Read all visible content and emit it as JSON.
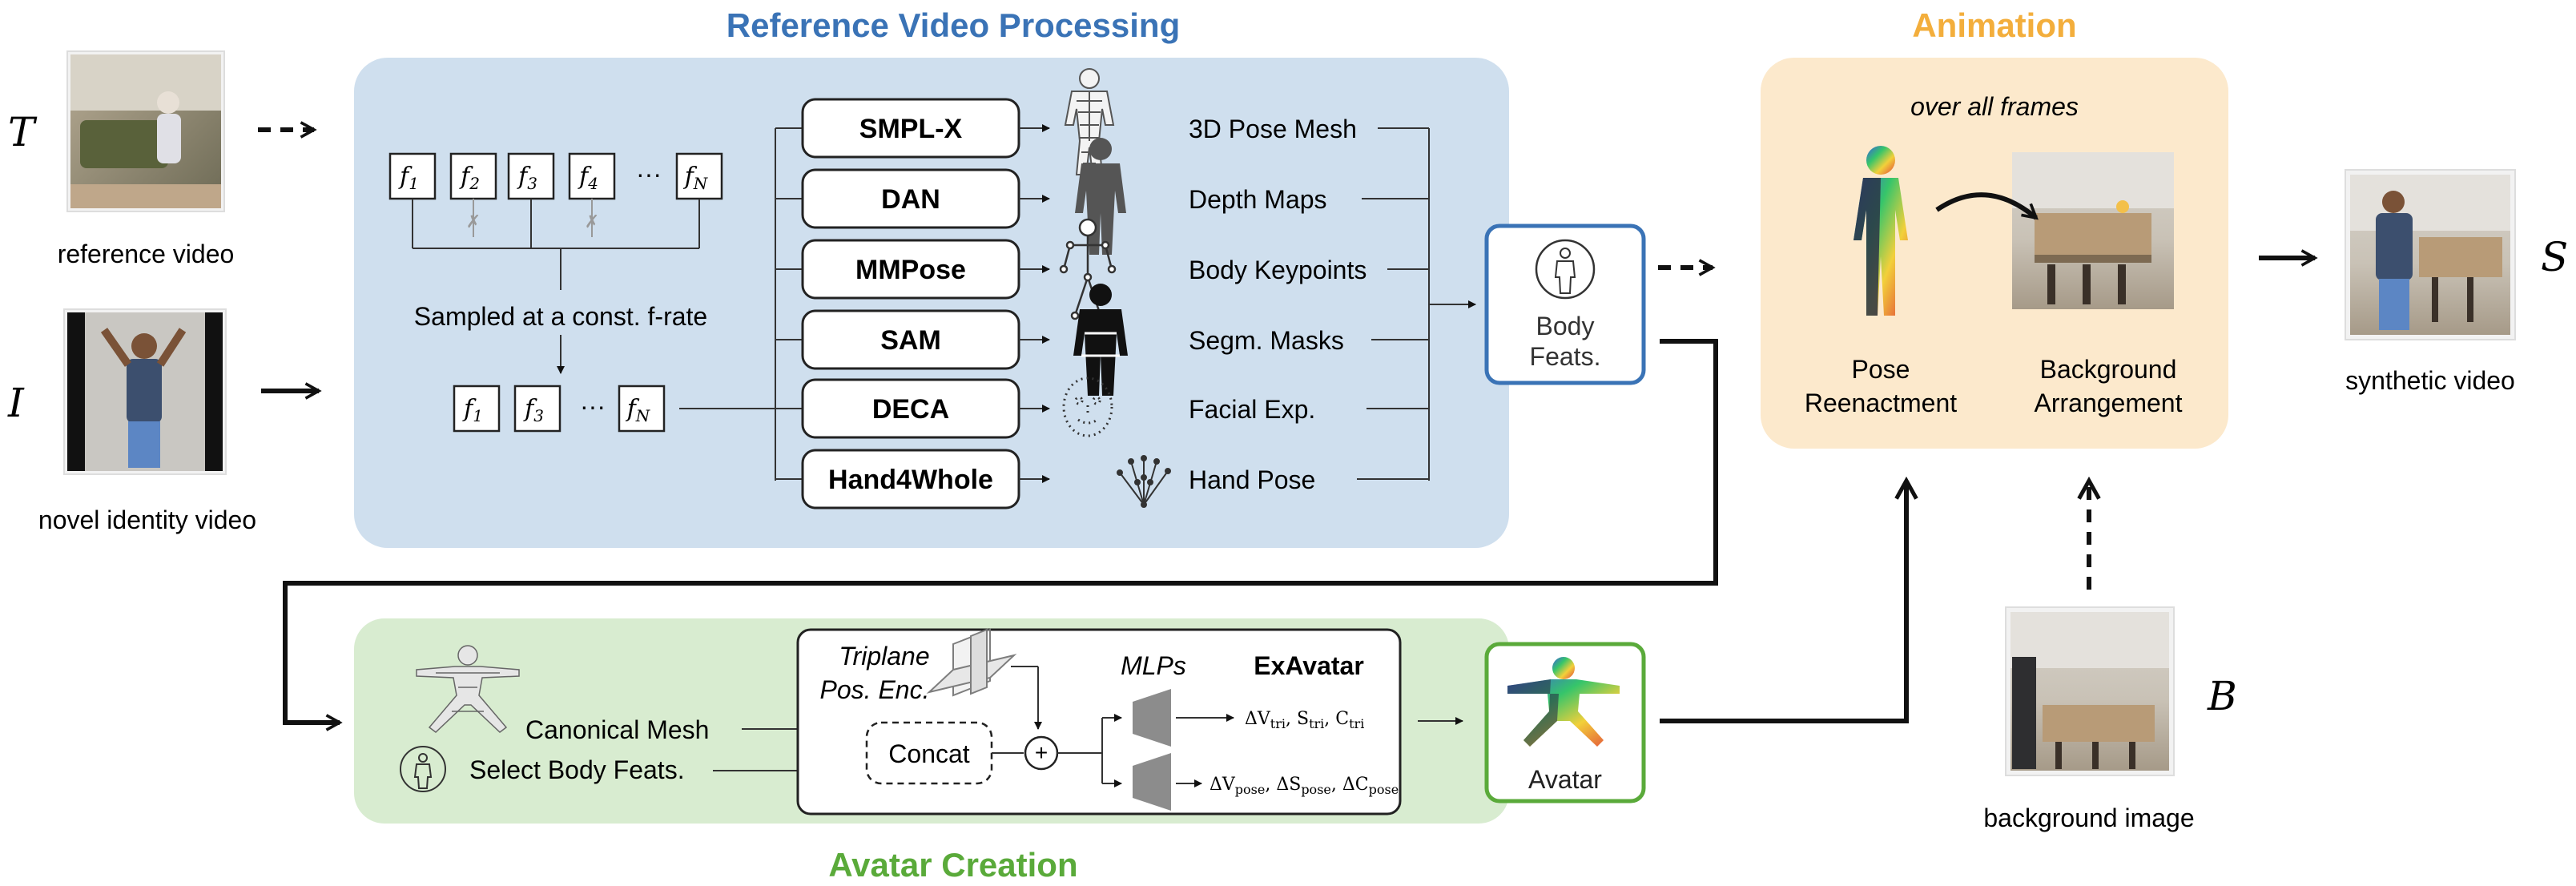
{
  "sections": {
    "ref_processing_title": "Reference Video Processing",
    "animation_title": "Animation",
    "avatar_creation_title": "Avatar Creation"
  },
  "inputs": {
    "T_symbol": "T",
    "I_symbol": "I",
    "S_symbol": "S",
    "B_symbol": "B",
    "reference_video_label": "reference video",
    "novel_identity_label": "novel identity video",
    "synthetic_video_label": "synthetic video",
    "background_image_label": "background image"
  },
  "sampling": {
    "frames_all": [
      "f1",
      "f2",
      "f3",
      "f4",
      "fN"
    ],
    "frame_subscripts_all": [
      "1",
      "2",
      "3",
      "4",
      "N"
    ],
    "frames_sampled_subscripts": [
      "1",
      "3",
      "N"
    ],
    "frame_letter": "f",
    "ellipsis": "···",
    "skip_mark": "✗",
    "caption": "Sampled at a const. f-rate"
  },
  "models": [
    {
      "name": "SMPL-X",
      "output": "3D Pose Mesh",
      "icon": "mesh-figure-icon"
    },
    {
      "name": "DAN",
      "output": "Depth Maps",
      "icon": "depth-silhouette-icon"
    },
    {
      "name": "MMPose",
      "output": "Body Keypoints",
      "icon": "skeleton-icon"
    },
    {
      "name": "SAM",
      "output": "Segm. Masks",
      "icon": "mask-silhouette-icon"
    },
    {
      "name": "DECA",
      "output": "Facial Exp.",
      "icon": "face-dots-icon"
    },
    {
      "name": "Hand4Whole",
      "output": "Hand Pose",
      "icon": "hand-keypoints-icon"
    }
  ],
  "body_feats": {
    "line1": "Body",
    "line2": "Feats."
  },
  "animation": {
    "subtitle": "over all frames",
    "pose_label_1": "Pose",
    "pose_label_2": "Reenactment",
    "bg_label_1": "Background",
    "bg_label_2": "Arrangement"
  },
  "avatar_creation": {
    "canonical_mesh": "Canonical Mesh",
    "select_body_feats": "Select Body Feats.",
    "triplane_1": "Triplane",
    "triplane_2": "Pos. Enc.",
    "concat": "Concat",
    "mlps": "MLPs",
    "exavatar": "ExAvatar",
    "plus": "+",
    "out_tri": "ΔVtri, Stri, Ctri",
    "out_pose": "ΔVpose, ΔSpose, ΔCpose",
    "avatar_label": "Avatar"
  },
  "colors": {
    "blue_panel": "#cfdfee",
    "blue_title": "#3a73b6",
    "green_panel": "#d8ecd0",
    "green_title": "#5aaa3a",
    "orange_panel": "#fce9cc",
    "orange_title": "#f3ae3c",
    "body_feats_border": "#3a73b6",
    "avatar_border": "#5aaa3a"
  }
}
